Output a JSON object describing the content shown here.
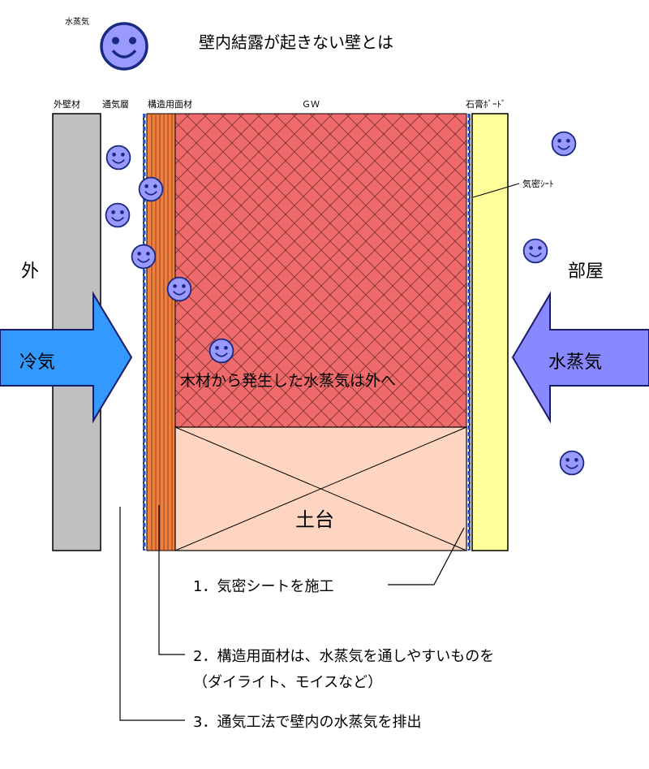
{
  "legend": {
    "face_label": "水蒸気"
  },
  "title": "壁内結露が起きない壁とは",
  "layer_labels": {
    "exterior_cladding": "外壁材",
    "ventilation_layer": "通気層",
    "structural_panel": "構造用面材",
    "insulation": "ＧＷ",
    "gypsum_board": "石膏ﾎﾞｰﾄﾞ"
  },
  "airtight_sheet_label": "気密ｼｰﾄ",
  "side_labels": {
    "outside": "外",
    "room": "部屋"
  },
  "arrows": {
    "cold_air": "冷気",
    "water_vapor": "水蒸気"
  },
  "insulation_note": "木材から発生した水蒸気は外へ",
  "sill_label": "土台",
  "notes": {
    "note1": "1．気密シートを施工",
    "note2_line1": "2．構造用面材は、水蒸気を通しやすいものを",
    "note2_line2": "（ダイライト、モイスなど）",
    "note3": "3．通気工法で壁内の水蒸気を排出"
  },
  "colors": {
    "cladding": "#c0c0c0",
    "structural_panel": "#f08040",
    "insulation": "#ef6a6a",
    "sill": "#fdd5c0",
    "gypsum": "#ffff99",
    "sheet": "#1a4fd0",
    "face": "#9999ff",
    "cold_arrow": "#3399ff",
    "vapor_arrow": "#8888ff"
  }
}
